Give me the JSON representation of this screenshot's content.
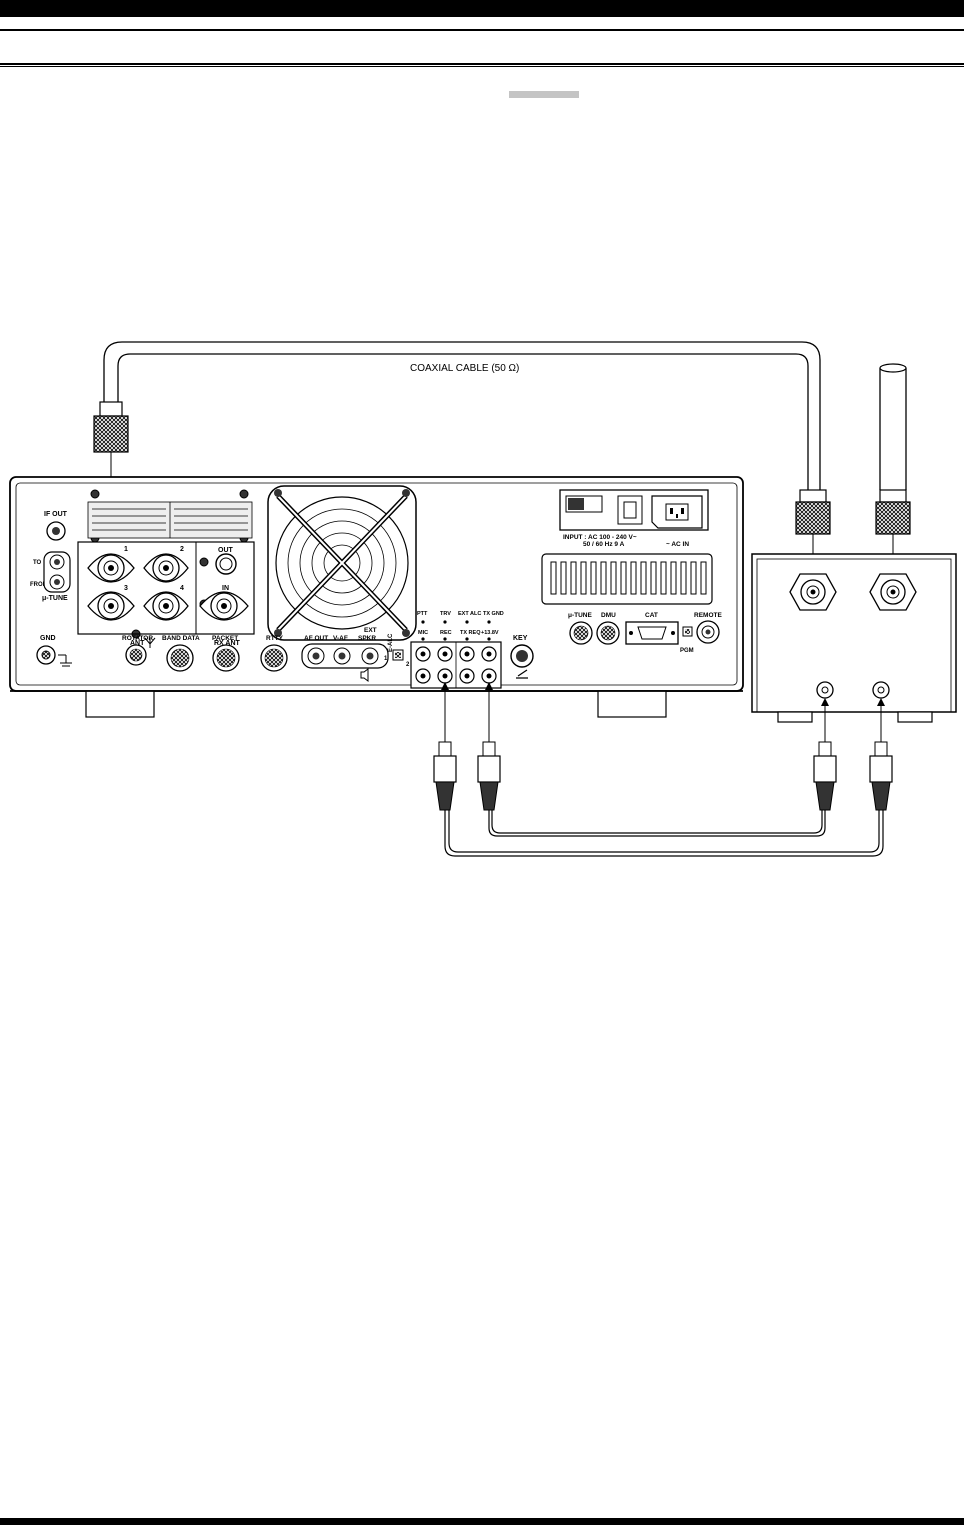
{
  "cable_label": "COAXIAL CABLE (50 Ω)",
  "panel_labels": {
    "if_out": "IF OUT",
    "to": "TO",
    "from": "FROM",
    "mu_tune_left": "μ-TUNE",
    "gnd": "GND",
    "ant1": "1",
    "ant2": "2",
    "ant3": "3",
    "ant4": "4",
    "ant": "ANT",
    "rx_ant": "RX ANT",
    "out": "OUT",
    "in": "IN",
    "rotator": "ROTATOR",
    "band_data": "BAND DATA",
    "packet": "PACKET",
    "rtty": "RTTY",
    "af_out": "AF OUT",
    "v_af": "V-AF",
    "ext_spkr_1": "EXT",
    "ext_spkr_2": "SPKR",
    "e_alc": "E-ALC",
    "e_alc_1": "1",
    "e_alc_2": "2",
    "ptt": "PTT",
    "trv": "TRV",
    "ext_alc": "EXT ALC",
    "tx_gnd": "TX GND",
    "mic": "MIC",
    "rec": "REC",
    "tx_req": "TX REQ",
    "v13_8": "+13.8V",
    "key": "KEY",
    "input_1": "INPUT : AC 100 - 240 V~",
    "input_2": "50 / 60 Hz 9 A",
    "ac_in": "~ AC IN",
    "mu_tune": "μ-TUNE",
    "dmu": "DMU",
    "cat": "CAT",
    "remote": "REMOTE",
    "pgm": "PGM"
  },
  "colors": {
    "line": "#000000",
    "light_fill": "#ffffff",
    "grille_fill": "#dddddd",
    "dark_fill": "#333333",
    "tab_gray": "#c4c4c4"
  },
  "icons": [
    "antenna-symbol-icon",
    "speaker-icon",
    "ground-symbol-icon",
    "key-icon"
  ]
}
